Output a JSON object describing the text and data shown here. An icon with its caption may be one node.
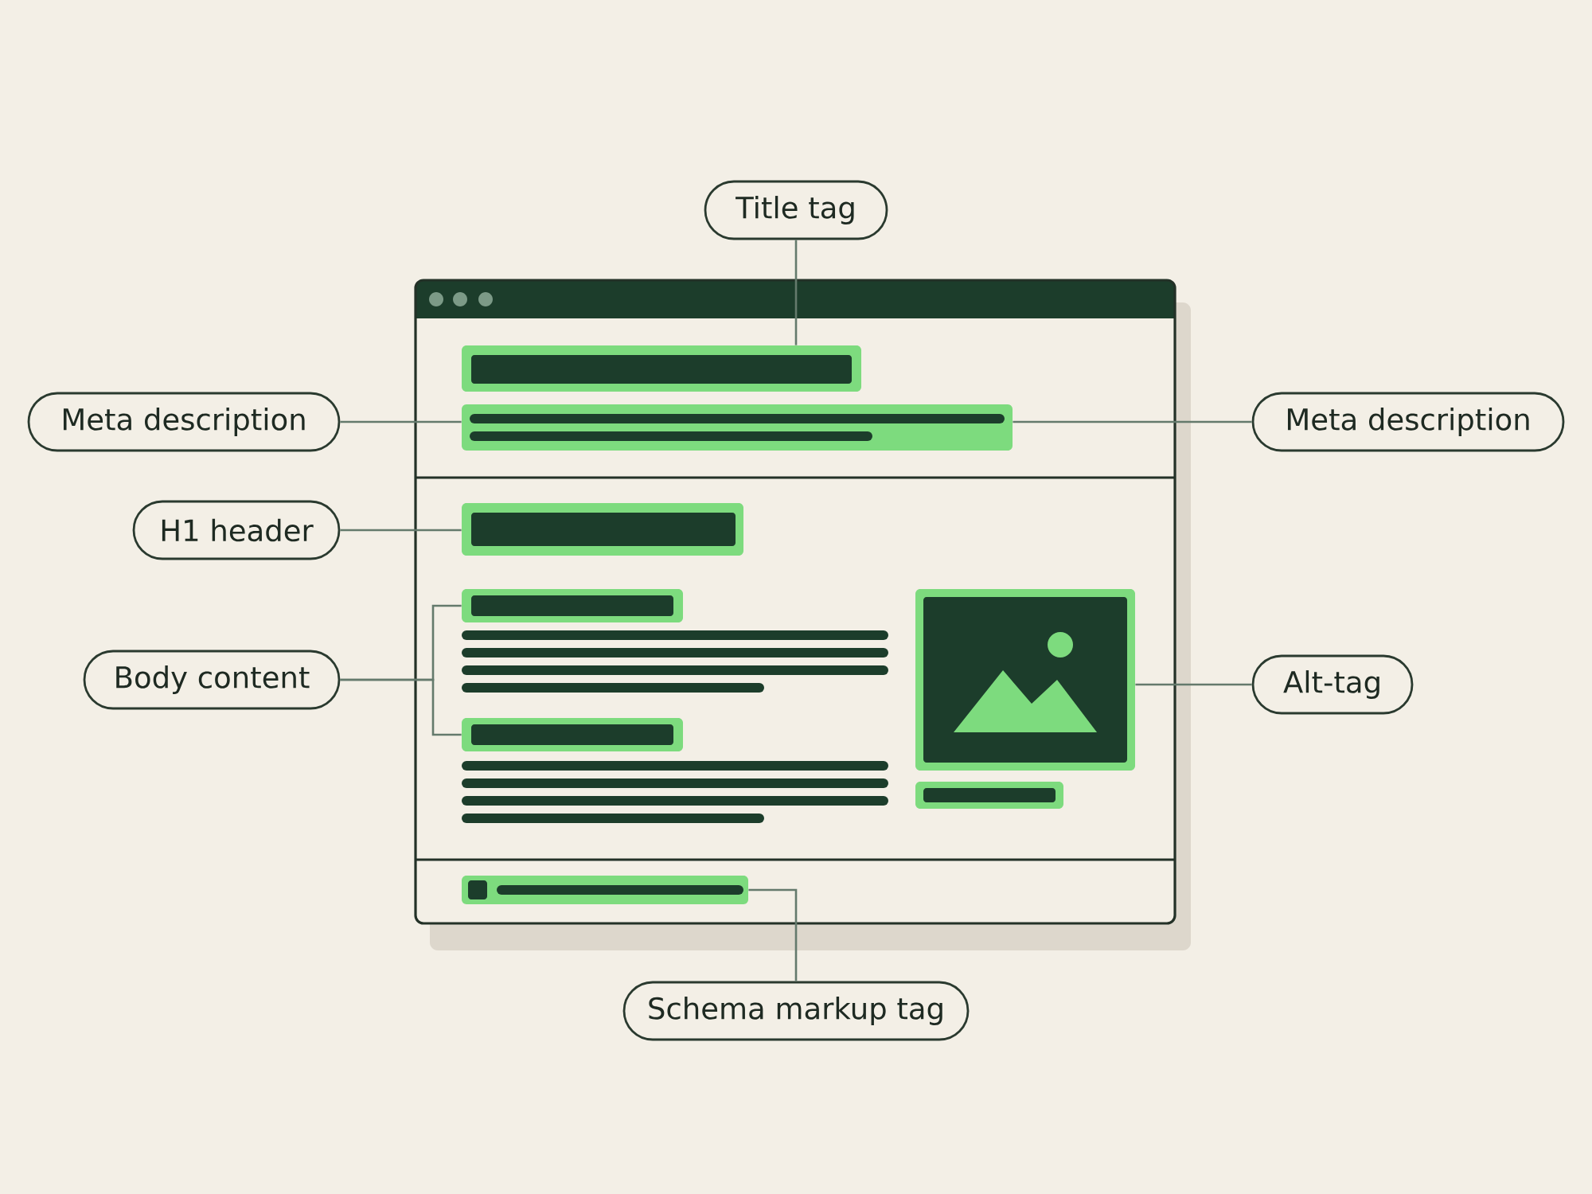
{
  "diagram": {
    "nodes": [
      {
        "text": [
          "Title tag"
        ]
      },
      {
        "text": [],
        "shape": "bar"
      },
      {
        "text": [
          "Meta description"
        ]
      },
      {
        "text": [],
        "shape": "bar"
      },
      {
        "text": [
          "Meta description"
        ]
      },
      {
        "text": [
          "H1 header"
        ]
      },
      {
        "text": [],
        "shape": "bar"
      },
      {
        "text": [
          "Body content"
        ]
      },
      {
        "text": [],
        "shape": "bar"
      },
      {
        "text": [],
        "shape": "picture"
      },
      {
        "text": [
          "Alt-tag"
        ]
      },
      {
        "text": [],
        "shape": "bar"
      },
      {
        "text": [],
        "shape": "bar"
      },
      {
        "text": [
          "Schema markup tag"
        ]
      }
    ],
    "edges": [
      {
        "from": 0,
        "to": 1,
        "arrow": "none"
      },
      {
        "from": 2,
        "to": 3,
        "arrow": "none"
      },
      {
        "from": 4,
        "to": 3,
        "arrow": "none"
      },
      {
        "from": 5,
        "to": 6,
        "arrow": "none"
      },
      {
        "from": 7,
        "to": 8,
        "arrow": "none"
      },
      {
        "from": 7,
        "to": 11,
        "arrow": "none"
      },
      {
        "from": 10,
        "to": 9,
        "arrow": "none"
      },
      {
        "from": 13,
        "to": 12,
        "arrow": "none"
      }
    ]
  }
}
